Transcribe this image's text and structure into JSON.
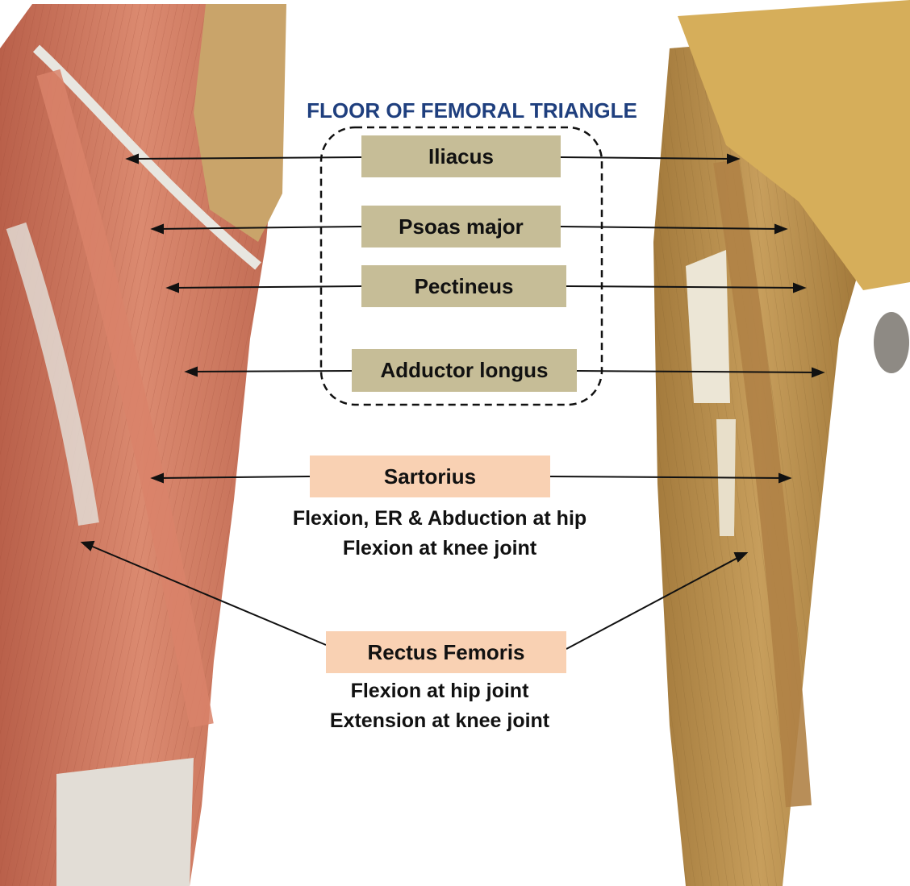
{
  "diagram": {
    "title": "FLOOR OF FEMORAL TRIANGLE",
    "floor_muscles": [
      {
        "name": "Iliacus"
      },
      {
        "name": "Psoas major"
      },
      {
        "name": "Pectineus"
      },
      {
        "name": "Adductor longus"
      }
    ],
    "sartorius": {
      "name": "Sartorius",
      "actions": [
        "Flexion, ER & Abduction at hip",
        "Flexion at knee joint"
      ]
    },
    "rectus_femoris": {
      "name": "Rectus Femoris",
      "actions": [
        "Flexion at hip joint",
        "Extension at knee joint"
      ]
    },
    "colors": {
      "title": "#1f3f7e",
      "floor_label_bg": "#c6bd97",
      "action_label_bg": "#f9d1b3",
      "illustration_muscle": "#cf7a62",
      "cadaver_tissue": "#b98f4d"
    }
  }
}
